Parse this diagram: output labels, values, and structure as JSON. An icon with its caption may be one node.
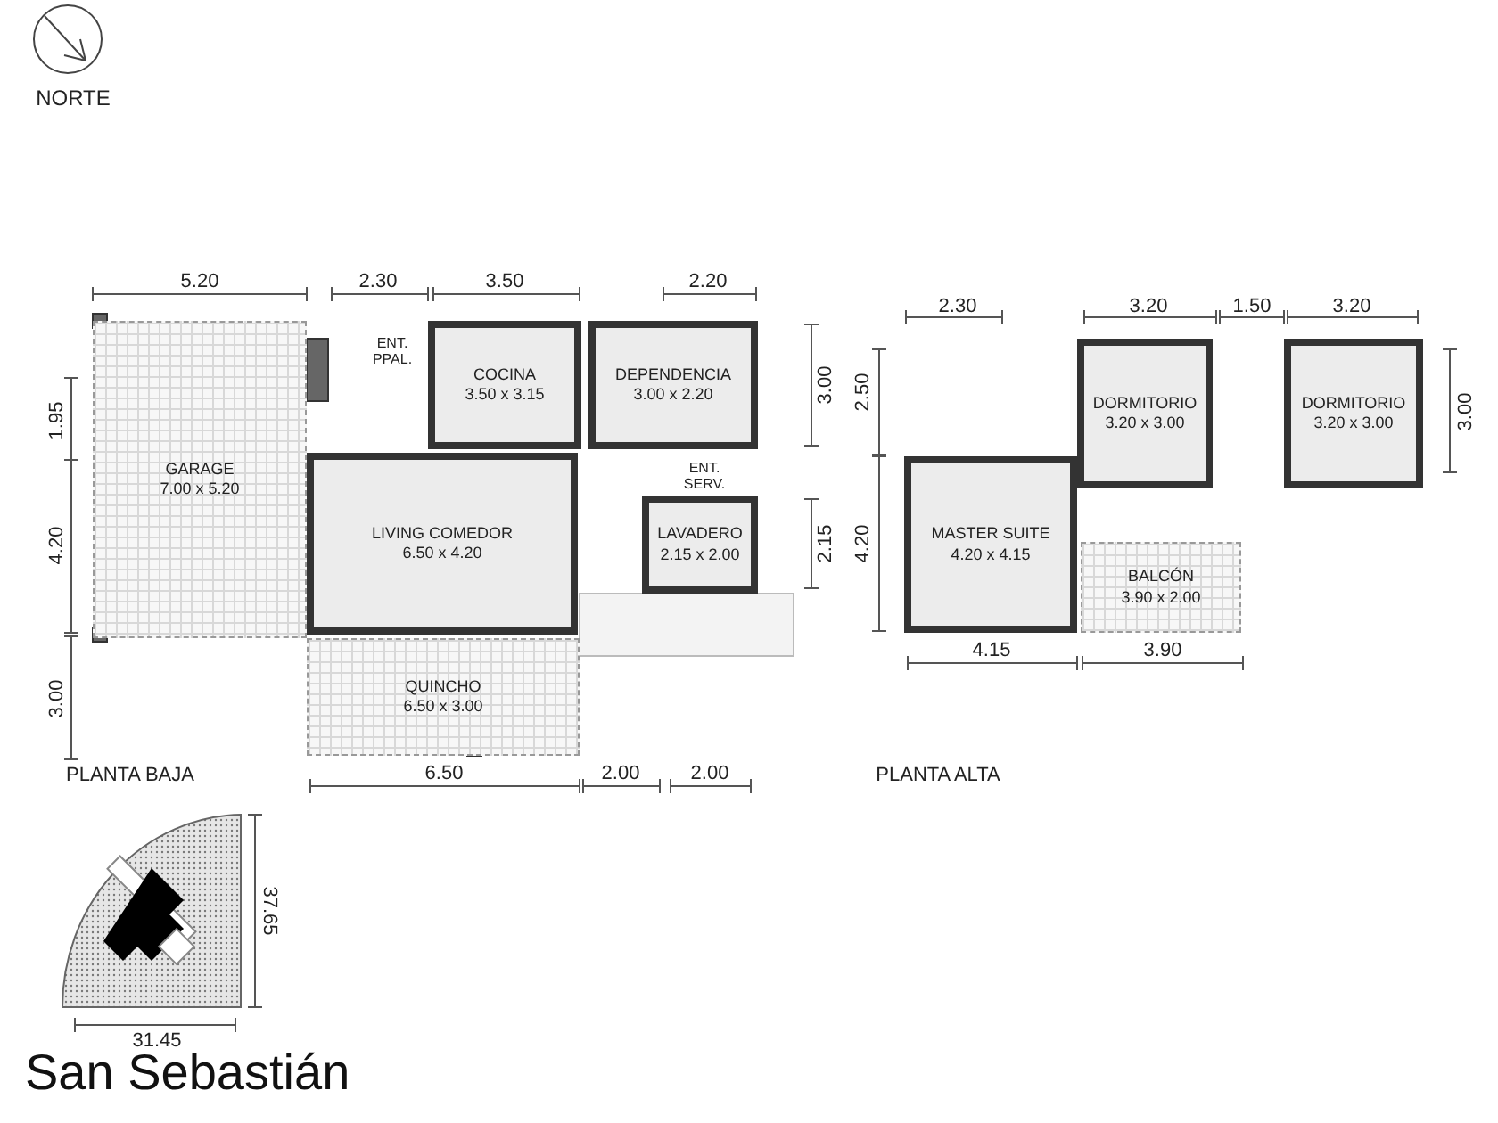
{
  "diagram": {
    "title": "San Sebastián",
    "nodes": [
      {
        "text": [
          "GARAGE",
          "7.00 x 5.20"
        ]
      },
      {
        "text": [
          "COCINA",
          "3.50 x 3.15"
        ]
      },
      {
        "text": [
          "DEPENDENCIA",
          "3.00 x 2.20"
        ]
      },
      {
        "text": [
          "LIVING COMEDOR",
          "6.50 x 4.20"
        ]
      },
      {
        "text": [
          "LAVADERO",
          "2.15 x 2.00"
        ]
      },
      {
        "text": [
          "QUINCHO",
          "6.50 x 3.00"
        ]
      },
      {
        "text": [
          "DORMITORIO",
          "3.20 x 3.00"
        ]
      },
      {
        "text": [
          "DORMITORIO",
          "3.20 x 3.00"
        ]
      },
      {
        "text": [
          "MASTER SUITE",
          "4.20 x 4.15"
        ]
      },
      {
        "text": [
          "BALCÓN",
          "3.90 x 2.00"
        ]
      }
    ],
    "labels": [
      "NORTE",
      "ENT. PPAL.",
      "ENT. SERV.",
      "5.20",
      "2.30",
      "3.50",
      "2.20",
      "1.95",
      "4.20",
      "3.00",
      "3.00",
      "2.15",
      "PLANTA BAJA",
      "6.50",
      "2.00",
      "2.00",
      "2.30",
      "3.20",
      "1.50",
      "3.20",
      "2.50",
      "4.20",
      "3.00",
      "4.15",
      "3.90",
      "PLANTA ALTA",
      "37.65",
      "31.45"
    ]
  }
}
